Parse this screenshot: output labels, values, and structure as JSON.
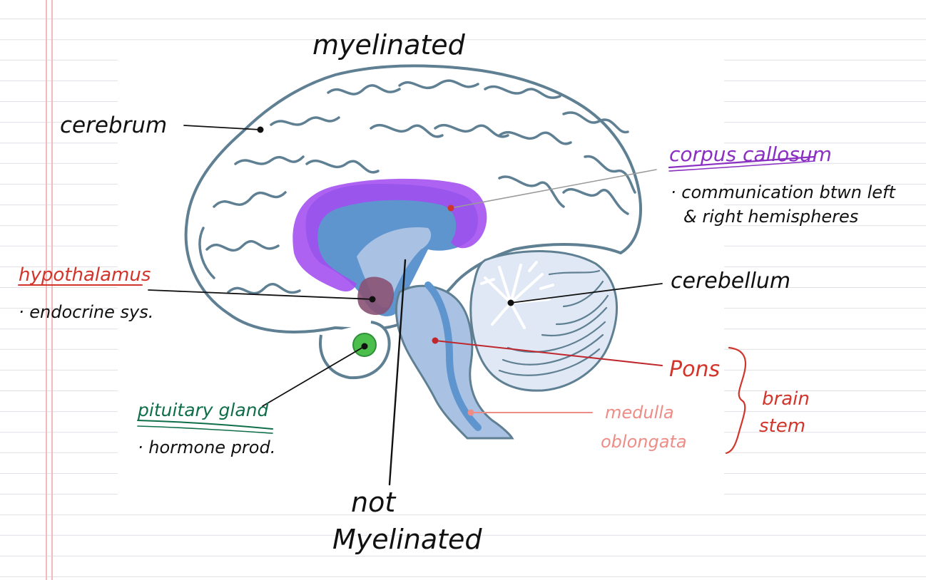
{
  "colors": {
    "ink": "#111111",
    "purple": "#8a2fc2",
    "red": "#d2352b",
    "green": "#0f6e4a",
    "salmon": "#ee8c86",
    "brain_outline": "#5f7f93",
    "brain_fill": "#ffffff",
    "brainstem_fill": "#a9c1e3",
    "inner_fill": "#5f95cf",
    "cerebellum_fill": "#dfe8f4",
    "corpus_callosum": "#a24cf0",
    "pituitary": "#4cbe4c",
    "hypothalamus": "#8a5274"
  },
  "annotations": {
    "myelinated": "myelinated",
    "not_myelinated_line1": "not",
    "not_myelinated_line2": "Myelinated"
  },
  "labels": {
    "cerebrum": "cerebrum",
    "corpus_callosum": "corpus callosum",
    "corpus_callosum_note_line1": "· communication btwn left",
    "corpus_callosum_note_line2": "& right hemispheres",
    "hypothalamus": "hypothalamus",
    "hypothalamus_note": "· endocrine sys.",
    "cerebellum": "cerebellum",
    "pons": "Pons",
    "medulla_line1": "medulla",
    "medulla_line2": "oblongata",
    "brain_stem_line1": "brain",
    "brain_stem_line2": "stem",
    "pituitary": "pituitary gland",
    "pituitary_note": "· hormone prod."
  }
}
